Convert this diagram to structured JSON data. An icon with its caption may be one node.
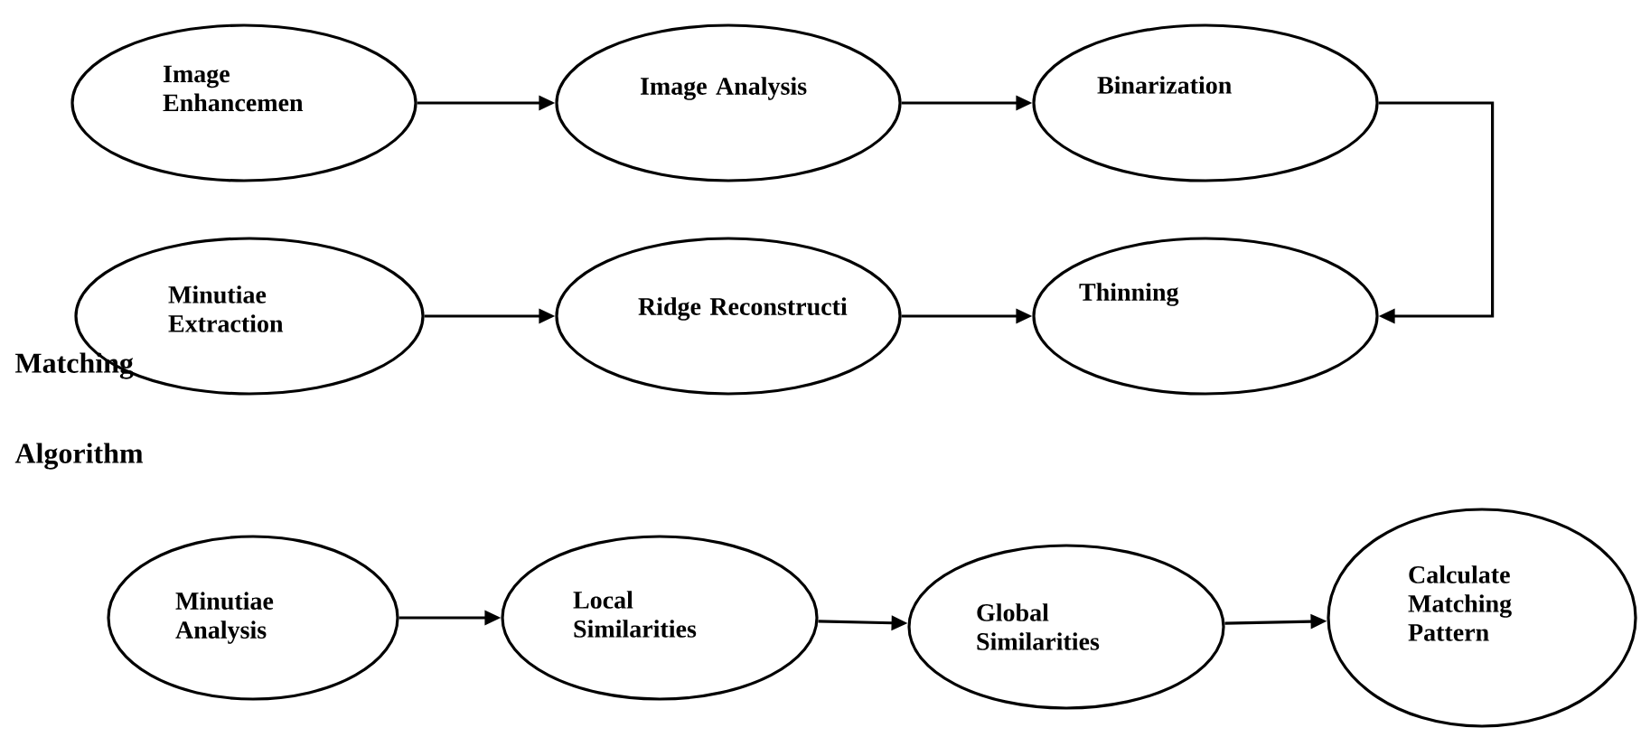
{
  "diagram": {
    "nodes": [
      {
        "text": [
          "Image Enhancemen"
        ]
      },
      {
        "text": [
          "Image Analysis"
        ]
      },
      {
        "text": [
          "Binarization"
        ]
      },
      {
        "text": [
          "Minutiae Extraction"
        ]
      },
      {
        "text": [
          "Ridge Reconstructi"
        ]
      },
      {
        "text": [
          "Thinning"
        ]
      },
      {
        "text": [
          "Minutiae Analysis"
        ]
      },
      {
        "text": [
          "Local Similarities"
        ]
      },
      {
        "text": [
          "Global Similarities"
        ]
      },
      {
        "text": [
          "Calculate Matching Pattern"
        ]
      }
    ],
    "edges": [
      {
        "from": 0,
        "to": 1,
        "arrow": "to"
      },
      {
        "from": 1,
        "to": 2,
        "arrow": "to"
      },
      {
        "from": 2,
        "to": 5,
        "arrow": "to"
      },
      {
        "from": 3,
        "to": 4,
        "arrow": "to"
      },
      {
        "from": 4,
        "to": 5,
        "arrow": "to"
      },
      {
        "from": 6,
        "to": 7,
        "arrow": "to"
      },
      {
        "from": 7,
        "to": 8,
        "arrow": "to"
      },
      {
        "from": 8,
        "to": 9,
        "arrow": "to"
      }
    ],
    "labels": [
      "Matching Algorithm"
    ]
  }
}
